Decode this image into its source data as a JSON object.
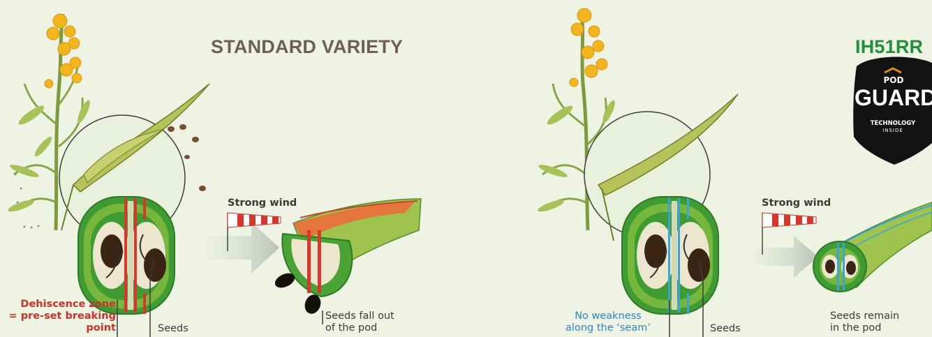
{
  "colors": {
    "background": "#eef3e3",
    "standard_title": "#6e5f52",
    "ih_title": "#1f8f3a",
    "dehiscence_text": "#c8322b",
    "no_weakness_text": "#2b86c4",
    "label_text": "#3b3b3b",
    "pod_green": "#3f9c33",
    "pod_light": "#8fc64b",
    "seed_dark": "#3a2414",
    "badge_bg": "#121212"
  },
  "panels": {
    "standard": {
      "title": "STANDARD VARIETY",
      "wind_label": "Strong wind",
      "zone_label_lines": [
        "Dehiscence zone",
        "= pre-set breaking",
        "point"
      ],
      "seeds_label": "Seeds",
      "result_lines": [
        "Seeds fall out",
        "of the pod"
      ]
    },
    "ih51rr": {
      "title": "IH51RR",
      "wind_label": "Strong wind",
      "zone_label_lines": [
        "No weakness",
        "along the ‘seam’"
      ],
      "seeds_label": "Seeds",
      "result_lines": [
        "Seeds remain",
        "in the pod"
      ]
    }
  },
  "badge": {
    "top": "POD",
    "main": "GUARD",
    "tm": "™",
    "line1": "TECHNOLOGY",
    "line2": "INSIDE"
  }
}
